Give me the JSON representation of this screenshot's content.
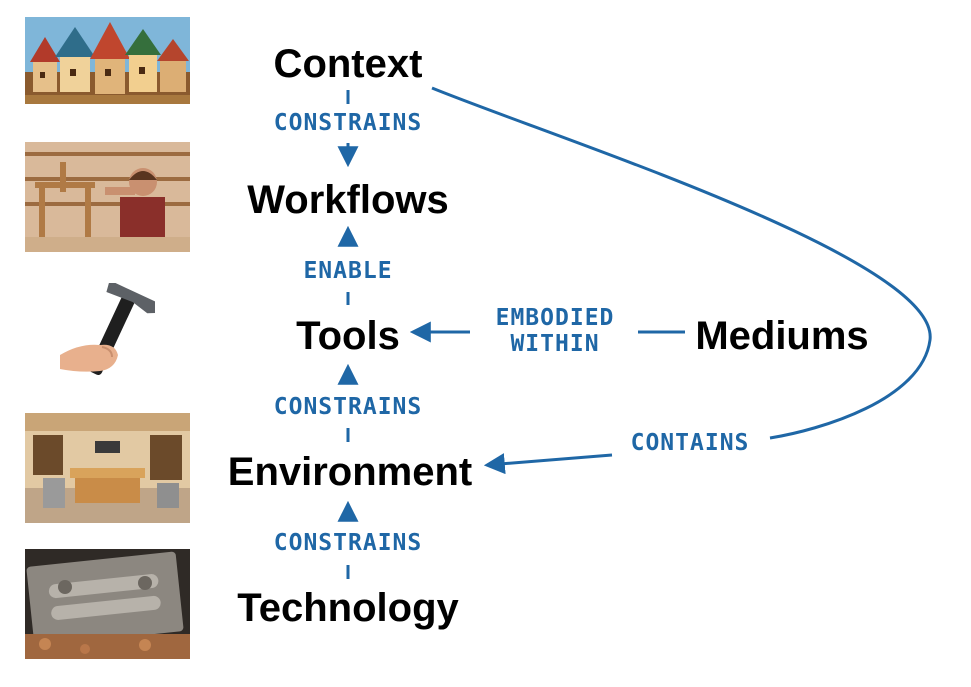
{
  "nodes": {
    "context": "Context",
    "workflows": "Workflows",
    "tools": "Tools",
    "mediums": "Mediums",
    "environment": "Environment",
    "technology": "Technology"
  },
  "relations": {
    "context_workflows": "CONSTRAINS",
    "tools_workflows": "ENABLE",
    "environment_tools": "CONSTRAINS",
    "technology_environment": "CONSTRAINS",
    "mediums_tools_line1": "EMBODIED",
    "mediums_tools_line2": "WITHIN",
    "context_environment": "CONTAINS"
  },
  "colors": {
    "relation": "#1f67a6",
    "node_text": "#000000"
  },
  "images": [
    {
      "name": "village-illustration",
      "row": "context"
    },
    {
      "name": "woodworker-photo",
      "row": "workflows"
    },
    {
      "name": "hammer-in-hand-photo",
      "row": "tools"
    },
    {
      "name": "workshop-photo",
      "row": "environment"
    },
    {
      "name": "metal-mold-photo",
      "row": "technology"
    }
  ]
}
